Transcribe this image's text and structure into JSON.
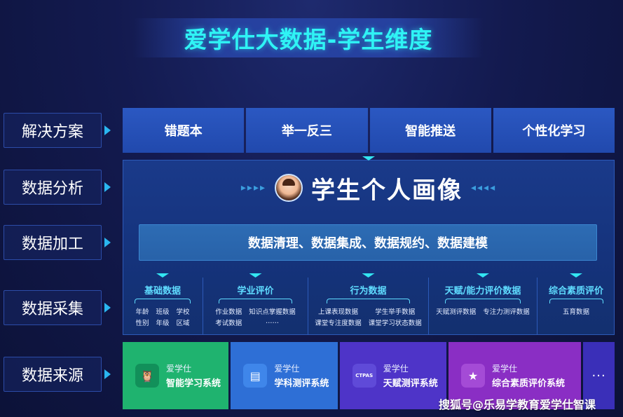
{
  "title": "爱学仕大数据-学生维度",
  "rows": {
    "solutions": "解决方案",
    "analysis": "数据分析",
    "processing": "数据加工",
    "collection": "数据采集",
    "sources": "数据来源"
  },
  "solutions": [
    "错题本",
    "举一反三",
    "智能推送",
    "个性化学习"
  ],
  "portrait": {
    "title": "学生个人画像",
    "avatar_icon": "student-avatar"
  },
  "processing": "数据清理、数据集成、数据规约、数据建模",
  "collection": [
    {
      "head": "基础数据",
      "items": [
        "年龄",
        "班级",
        "学校",
        "性别",
        "年级",
        "区域"
      ]
    },
    {
      "head": "学业评价",
      "items": [
        "作业数据",
        "知识点掌握数据",
        "考试数据",
        "……"
      ]
    },
    {
      "head": "行为数据",
      "items": [
        "上课表现数据",
        "学生举手数据",
        "课堂专注度数据",
        "课堂学习状态数据"
      ]
    },
    {
      "head": "天赋/能力评价数据",
      "items": [
        "天赋测评数据",
        "专注力测评数据"
      ]
    },
    {
      "head": "综合素质评价",
      "items": [
        "五育数据"
      ]
    }
  ],
  "sources": [
    {
      "brand": "爱学仕",
      "name": "智能学习系统",
      "icon": "owl-mascot-icon",
      "color": "#1fb36f",
      "icon_bg": "#12905a"
    },
    {
      "brand": "爱学仕",
      "name": "学科测评系统",
      "icon": "document-icon",
      "color": "#2e6fd6",
      "icon_bg": "#3f86ea"
    },
    {
      "brand": "爱学仕",
      "name": "天赋测评系统",
      "icon": "ctpas-icon",
      "icon_text": "CTPAS",
      "color": "#4e34c8",
      "icon_bg": "#5f4ad8"
    },
    {
      "brand": "爱学仕",
      "name": "综合素质评价系统",
      "icon": "star-icon",
      "color": "#8a2ec4",
      "icon_bg": "#a44bd6"
    }
  ],
  "sources_more": "···",
  "watermark": "搜狐号@乐易学教育爱学仕智课"
}
